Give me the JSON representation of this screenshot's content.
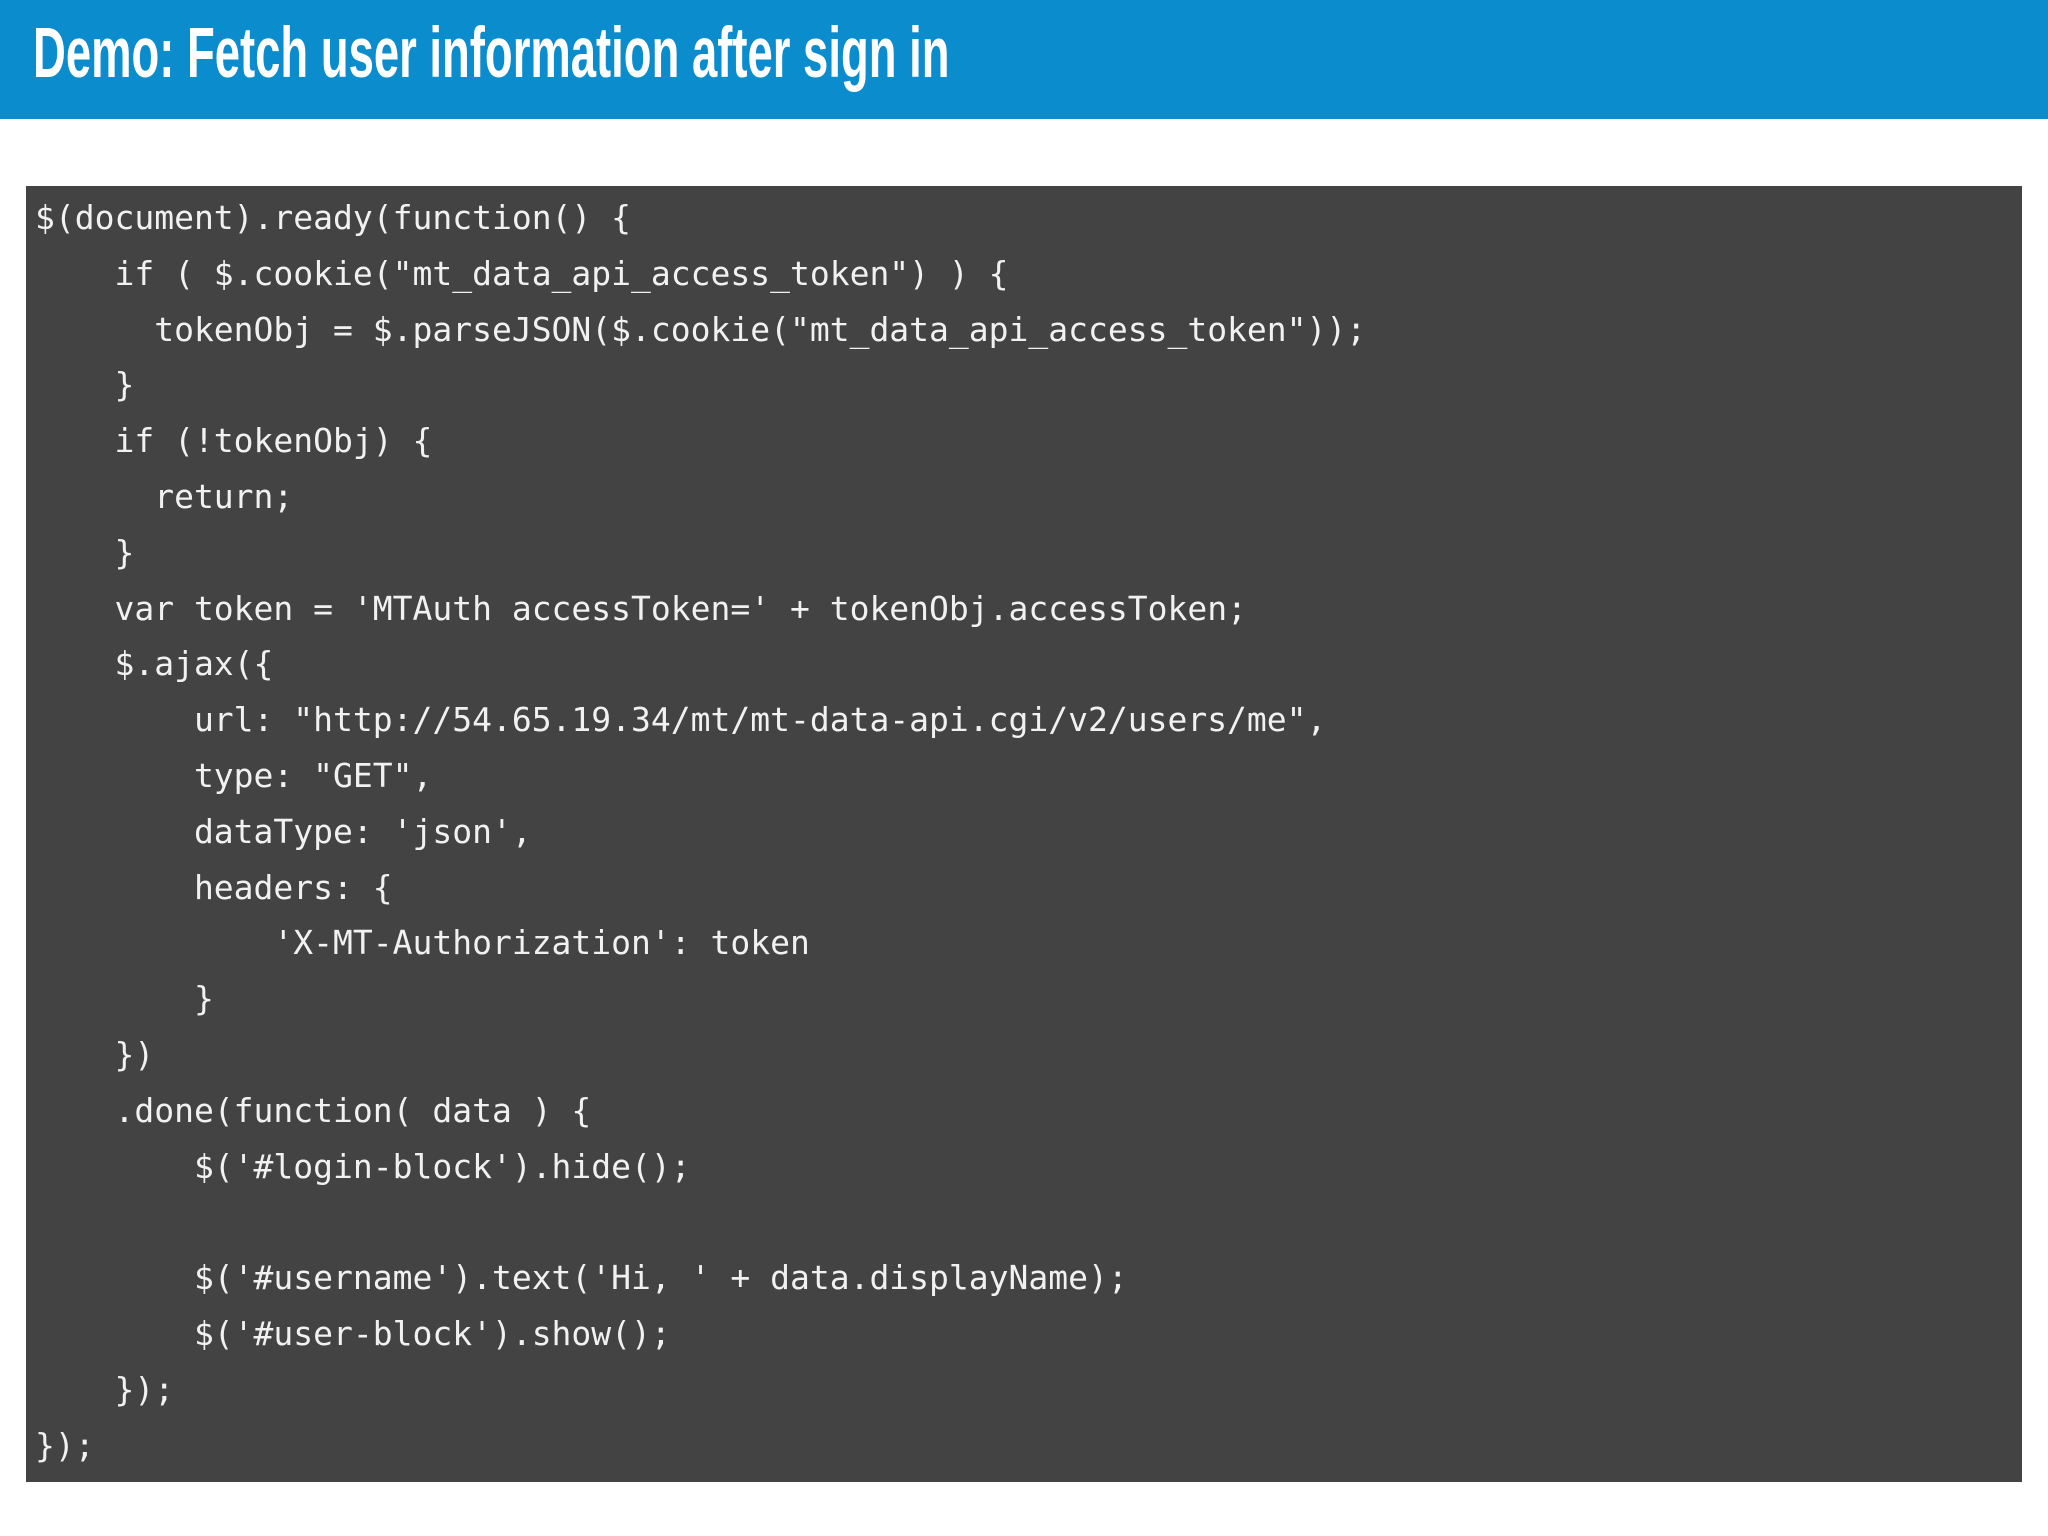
{
  "slide": {
    "title": "Demo: Fetch user information after sign in"
  },
  "colors": {
    "header_bg": "#0a8ccd",
    "header_fg": "#ffffff",
    "code_bg": "#434343",
    "code_fg": "#f1f1f1",
    "page_bg": "#ffffff"
  },
  "code": {
    "language": "javascript",
    "lines": [
      "$(document).ready(function() {",
      "    if ( $.cookie(\"mt_data_api_access_token\") ) {",
      "      tokenObj = $.parseJSON($.cookie(\"mt_data_api_access_token\"));",
      "    }",
      "    if (!tokenObj) {",
      "      return;",
      "    }",
      "    var token = 'MTAuth accessToken=' + tokenObj.accessToken;",
      "    $.ajax({",
      "        url: \"http://54.65.19.34/mt/mt-data-api.cgi/v2/users/me\",",
      "        type: \"GET\",",
      "        dataType: 'json',",
      "        headers: {",
      "            'X-MT-Authorization': token",
      "        }",
      "    })",
      "    .done(function( data ) {",
      "        $('#login-block').hide();",
      "",
      "        $('#username').text('Hi, ' + data.displayName);",
      "        $('#user-block').show();",
      "    });",
      "});"
    ]
  }
}
